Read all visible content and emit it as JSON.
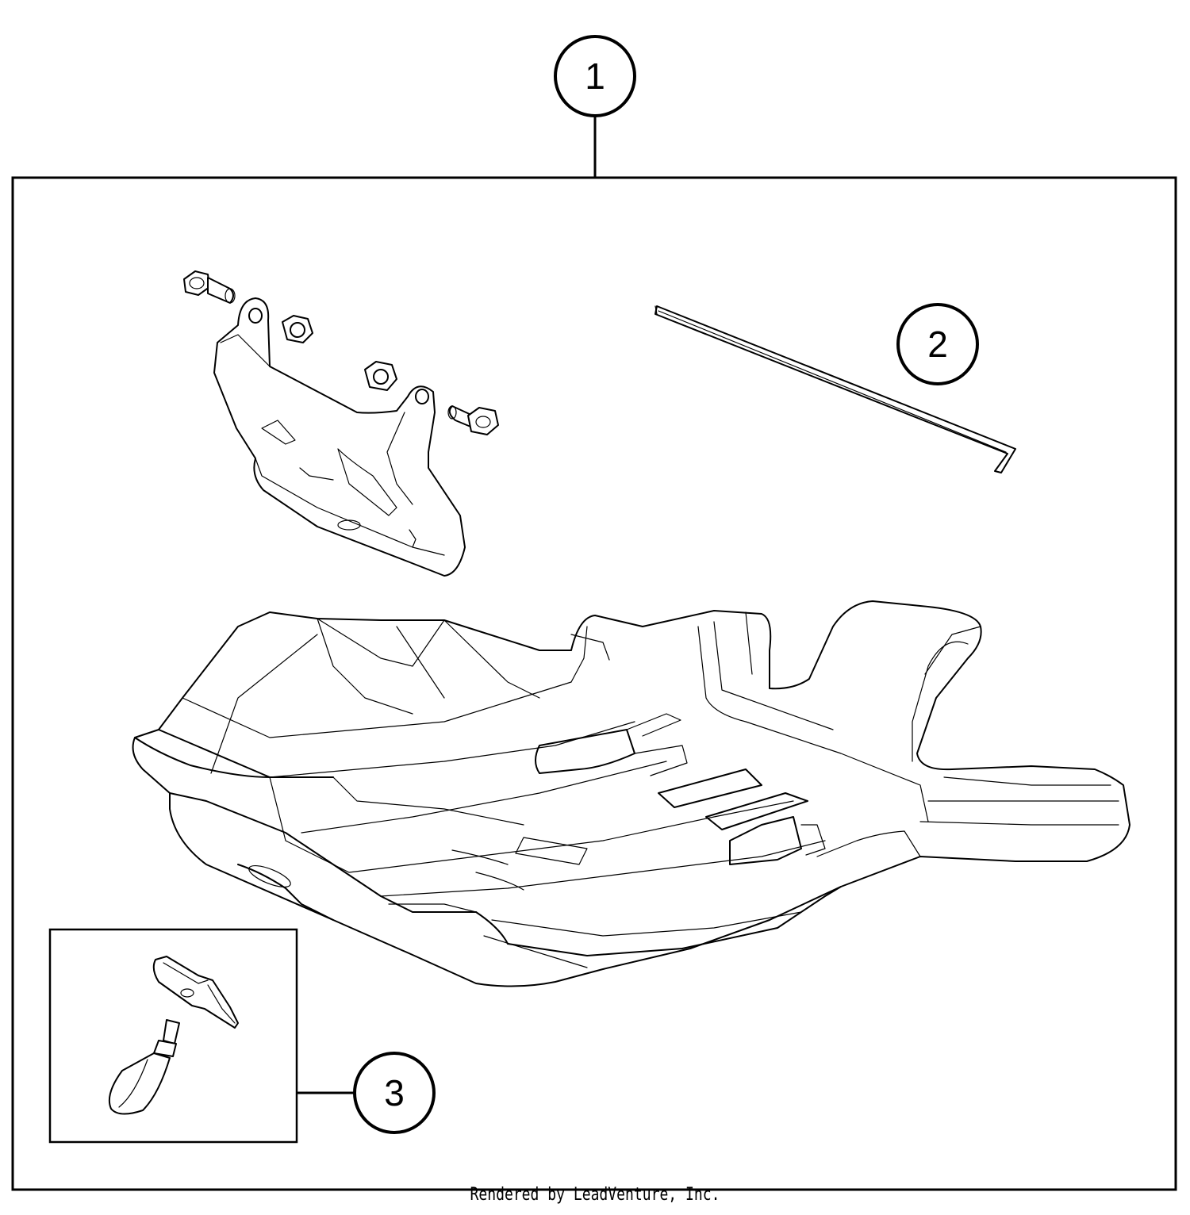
{
  "callouts": [
    {
      "id": "1",
      "label": "1"
    },
    {
      "id": "2",
      "label": "2"
    },
    {
      "id": "3",
      "label": "3"
    }
  ],
  "parts": [
    {
      "id": "skid-plate",
      "icon": "skid-plate-icon"
    },
    {
      "id": "mounting-bracket",
      "icon": "bracket-icon"
    },
    {
      "id": "rubber-strip",
      "icon": "strip-icon"
    },
    {
      "id": "clip-set",
      "icon": "clip-icon"
    }
  ],
  "credit": "Rendered by LeadVenture, Inc.",
  "colors": {
    "line": "#000000",
    "background": "#ffffff"
  }
}
